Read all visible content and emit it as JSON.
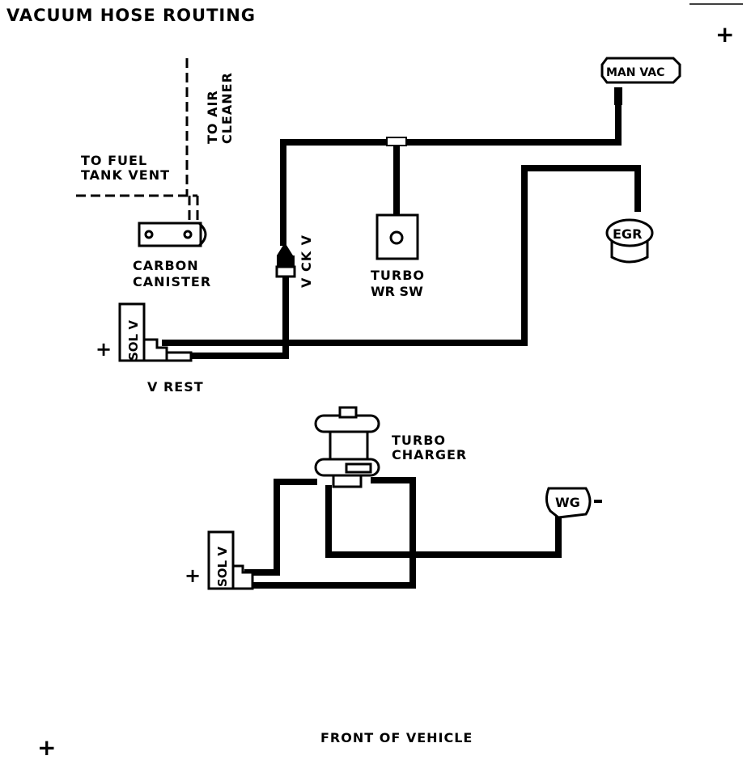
{
  "title": "VACUUM HOSE ROUTING",
  "labels": {
    "air_cleaner_line1": "TO AIR",
    "air_cleaner_line2": "CLEANER",
    "fuel_vent_line1": "TO FUEL",
    "fuel_vent_line2": "TANK VENT",
    "carbon_canister_line1": "CARBON",
    "carbon_canister_line2": "CANISTER",
    "vckv": "V CK V",
    "turbo_sw_line1": "TURBO",
    "turbo_sw_line2": "WR SW",
    "man_vac": "MAN VAC",
    "egr": "EGR",
    "sol_v_upper": "SOL V",
    "v_rest": "V REST",
    "turbo_charger_line1": "TURBO",
    "turbo_charger_line2": "CHARGER",
    "wg": "WG",
    "sol_v_lower": "SOL V",
    "front": "FRONT OF VEHICLE"
  },
  "markers": {
    "plus": "+"
  }
}
